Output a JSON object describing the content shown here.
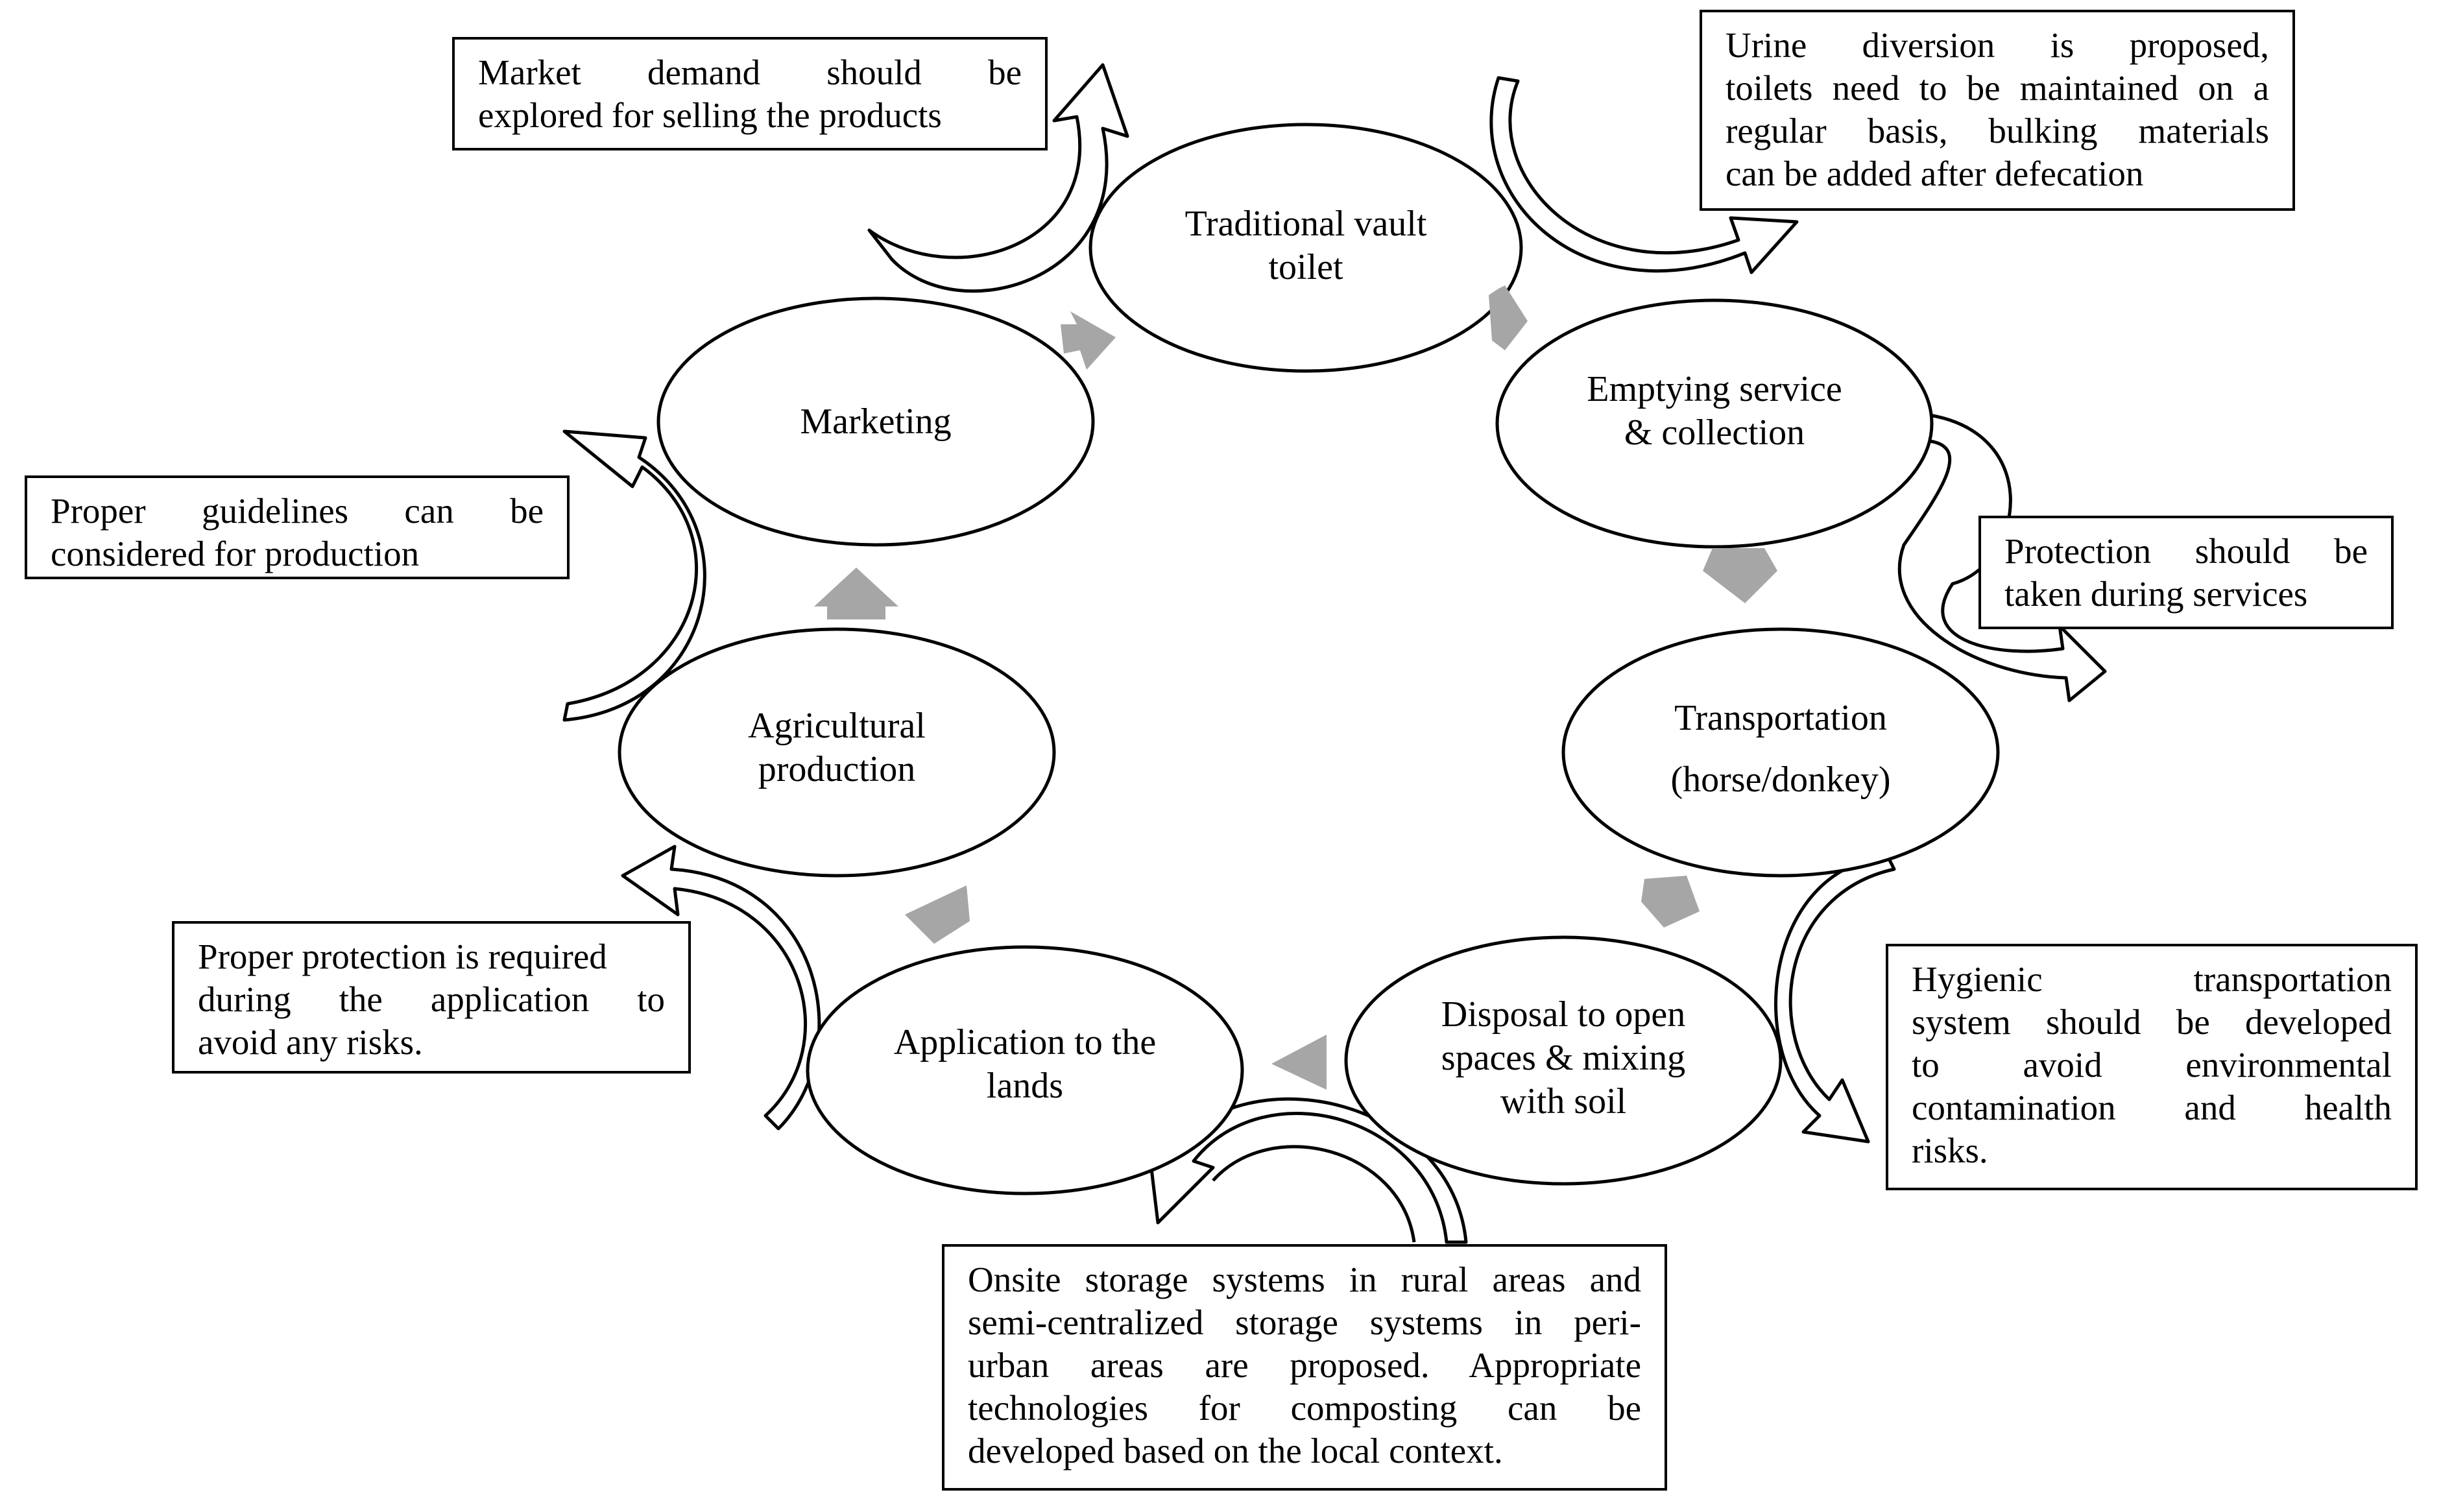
{
  "nodes": {
    "toilet": [
      "Traditional vault",
      "toilet"
    ],
    "emptying": [
      "Emptying service",
      "& collection"
    ],
    "transport": [
      "Transportation",
      "(horse/donkey)"
    ],
    "disposal": [
      "Disposal to open",
      "spaces & mixing",
      "with soil"
    ],
    "application": [
      "Application to the",
      "lands"
    ],
    "agri": [
      "Agricultural",
      "production"
    ],
    "marketing": [
      "Marketing"
    ]
  },
  "notes": {
    "market": [
      "Market demand should be",
      "explored for selling the products"
    ],
    "urine": [
      "Urine diversion is proposed,",
      "toilets need to be maintained on a",
      "regular basis, bulking materials",
      "can be added after defecation"
    ],
    "guidelines": [
      "Proper guidelines can be",
      "considered for production"
    ],
    "protection_services": [
      "Protection should be",
      "taken during services"
    ],
    "protection_application": [
      "Proper protection is required",
      "during the application to",
      "avoid any risks."
    ],
    "hygienic": [
      "Hygienic transportation",
      "system should be developed",
      "to avoid environmental",
      "contamination and health",
      "risks."
    ],
    "onsite": [
      "Onsite storage systems in rural areas and",
      "semi-centralized storage systems in peri-",
      "urban areas are proposed. Appropriate",
      "technologies for composting can be",
      "developed based on the local context."
    ]
  },
  "colors": {
    "flow_arrow": "#a6a6a6",
    "outline": "#000000",
    "background": "#ffffff"
  }
}
